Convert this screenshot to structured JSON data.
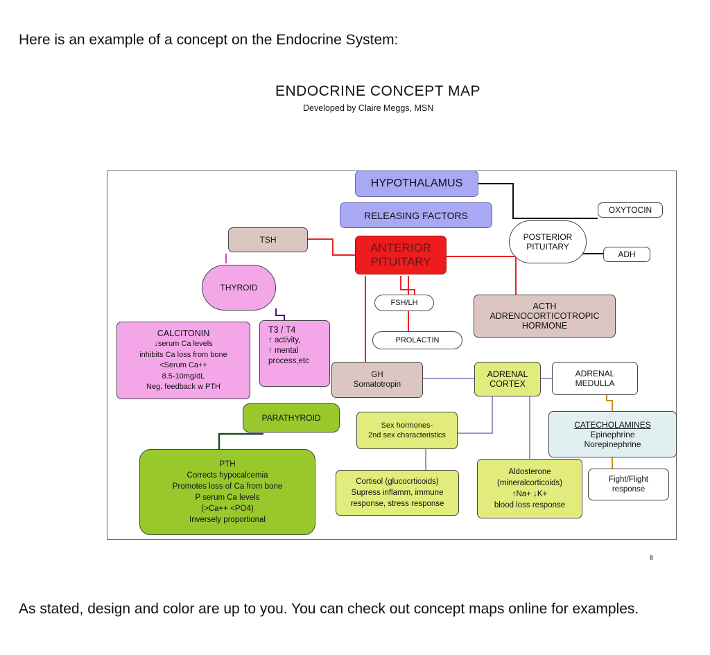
{
  "intro_text": "Here is an example of a concept on the Endocrine System:",
  "map": {
    "title": "ENDOCRINE CONCEPT MAP",
    "subtitle": "Developed by Claire Meggs, MSN",
    "page_number": "8"
  },
  "nodes": {
    "hypothalamus": "HYPOTHALAMUS",
    "releasing_factors": "RELEASING FACTORS",
    "oxytocin": "OXYTOCIN",
    "posterior_pituitary": [
      "POSTERIOR",
      "PITUITARY"
    ],
    "adh": "ADH",
    "tsh": "TSH",
    "anterior_pituitary": [
      "ANTERIOR",
      "PITUITARY"
    ],
    "thyroid": "THYROID",
    "fsh_lh": "FSH/LH",
    "acth": [
      "ACTH",
      "ADRENOCORTICOTROPIC",
      "HORMONE"
    ],
    "calcitonin": [
      "CALCITONIN",
      "↓serum Ca levels",
      "inhibits Ca loss from bone",
      "<Serum Ca++",
      "8.5-10mg/dL",
      "Neg. feedback w PTH"
    ],
    "t3_t4": [
      "T3 / T4",
      "↑ activity,",
      "↑ mental",
      "process,etc"
    ],
    "prolactin": "PROLACTIN",
    "gh": [
      "GH",
      "Somatotropin"
    ],
    "adrenal_cortex": [
      "ADRENAL",
      "CORTEX"
    ],
    "adrenal_medulla": [
      "ADRENAL",
      "MEDULLA"
    ],
    "parathyroid": "PARATHYROID",
    "sex_hormones": [
      "Sex hormones-",
      "2nd sex characteristics"
    ],
    "catecholamines": [
      "CATECHOLAMINES",
      "Epinephrine",
      "Norepinephrine"
    ],
    "pth": [
      "PTH",
      "Corrects hypocalcemia",
      "Promotes loss of Ca from bone",
      "P serum Ca levels",
      "(>Ca++ <PO4)",
      "Inversely proportional"
    ],
    "cortisol": [
      "Cortisol (glucocrticoids)",
      "Supress inflamm, immune",
      "response, stress response"
    ],
    "aldosterone": [
      "Aldosterone",
      "(mineralcorticoids)",
      "↑Na+ ↓K+",
      "blood loss response"
    ],
    "fight_flight": [
      "Fight/Flight",
      "response"
    ]
  },
  "colors": {
    "blue": "#a9a8f5",
    "red": "#ee1c1c",
    "tan": "#dcc6c2",
    "pink": "#f3a7e8",
    "yellow": "#e2ec7c",
    "green": "#98c82c",
    "light_blue": "#e2eff0",
    "line_red": "#ee2222",
    "line_violet": "#9d94c9"
  },
  "outro_text": "As stated, design and color are up to you.  You can check out concept maps online for examples."
}
